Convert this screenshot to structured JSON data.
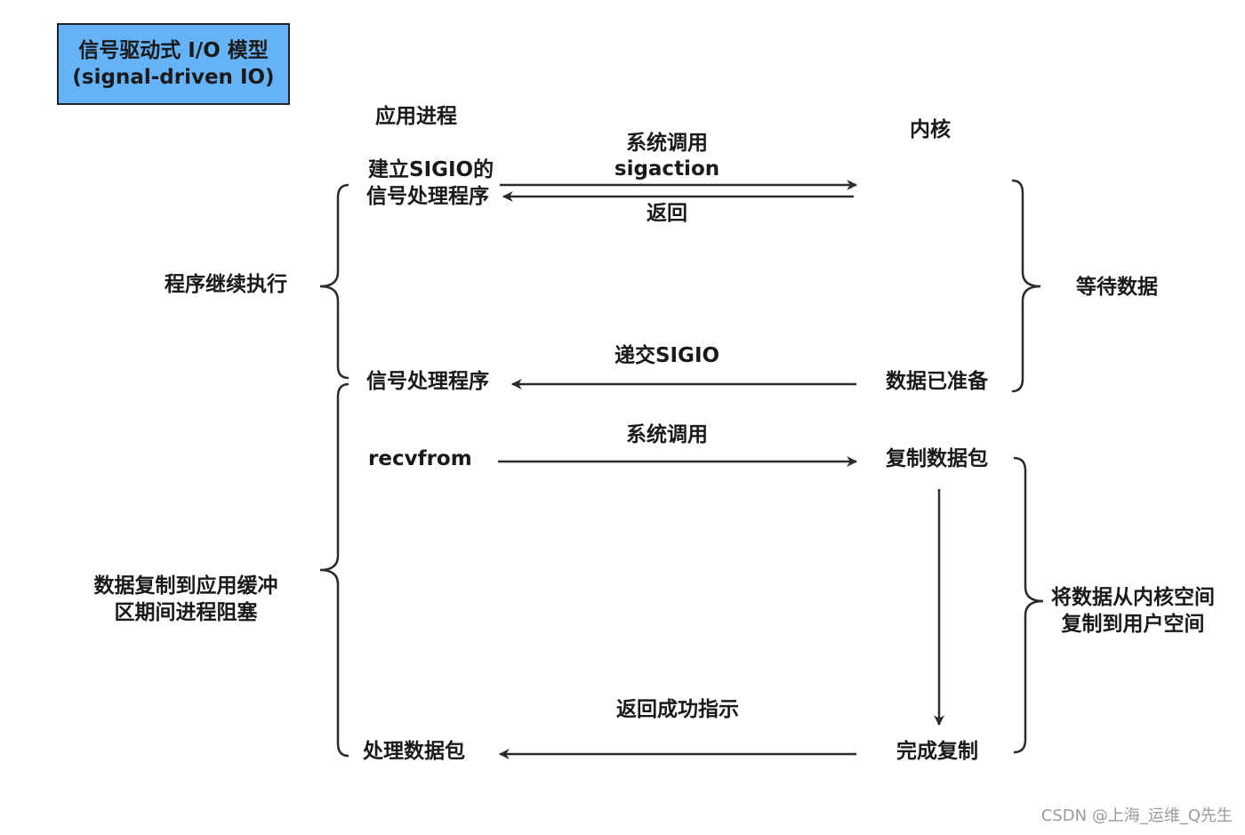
{
  "title": {
    "line1": "信号驱动式 I/O 模型",
    "line2": "(signal-driven IO)"
  },
  "columns": {
    "app": "应用进程",
    "kernel": "内核"
  },
  "app_steps": {
    "setup_line1": "建立SIGIO的",
    "setup_line2": "信号处理程序",
    "handler": "信号处理程序",
    "recvfrom": "recvfrom",
    "process": "处理数据包"
  },
  "kernel_steps": {
    "data_ready": "数据已准备",
    "copy_packet": "复制数据包",
    "copy_done": "完成复制"
  },
  "arrows": {
    "syscall1_line1": "系统调用",
    "syscall1_line2": "sigaction",
    "return1": "返回",
    "deliver": "递交SIGIO",
    "syscall2": "系统调用",
    "return_success": "返回成功指示"
  },
  "left_braces": {
    "continue": "程序继续执行",
    "blocked_line1": "数据复制到应用缓冲",
    "blocked_line2": "区期间进程阻塞"
  },
  "right_braces": {
    "waiting": "等待数据",
    "copy_line1": "将数据从内核空间",
    "copy_line2": "复制到用户空间"
  },
  "watermark": "CSDN @上海_运维_Q先生",
  "colors": {
    "title_box": "#66b2f7",
    "line": "#2b2b2b",
    "watermark": "#9a9a9a"
  }
}
